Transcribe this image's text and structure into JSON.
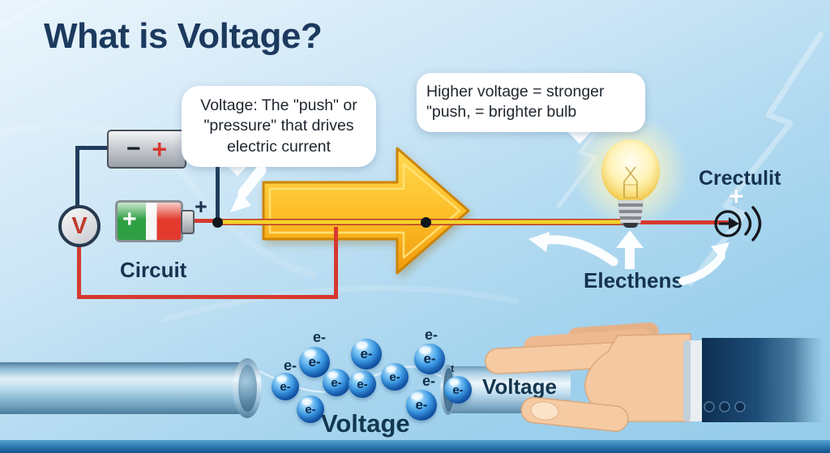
{
  "title": "What is Voltage?",
  "bubble_left": {
    "text": "Voltage: The \"push\" or \"pressure\" that drives electric current"
  },
  "bubble_right": {
    "text": "Higher voltage = stronger \"push, = brighter bulb"
  },
  "circuit": {
    "label": "Circuit",
    "voltmeter_symbol": "V",
    "battery_minus": "−",
    "battery_plus": "+",
    "cell_plus": "+",
    "junction_plus": "+"
  },
  "bulb_area": {
    "crectulit": "Crectulit",
    "plus": "+",
    "electrons_label": "Electhens"
  },
  "pipe_flow": {
    "electron_symbol": "e-",
    "voltage_label": "Voltage",
    "pipe_label": "Voltage",
    "tick": "t"
  },
  "colors": {
    "background_top": "#eaf5fc",
    "background_mid": "#a9d5ee",
    "background_bottom": "#7cc2e6",
    "bottom_bar": "#145088",
    "title_navy": "#1c3a5e",
    "wire_navy": "#203c5c",
    "wire_red": "#d6392e",
    "wire_yellow": "#f4d22b",
    "arrow_orange": "#f5a71b",
    "electron_blue": "#1565c4",
    "bulb_yellow": "#ffe98a",
    "battery_green": "#2ea043",
    "battery_red": "#e23b2e",
    "skin": "#f4c8a0",
    "sleeve_navy": "#12365c"
  }
}
